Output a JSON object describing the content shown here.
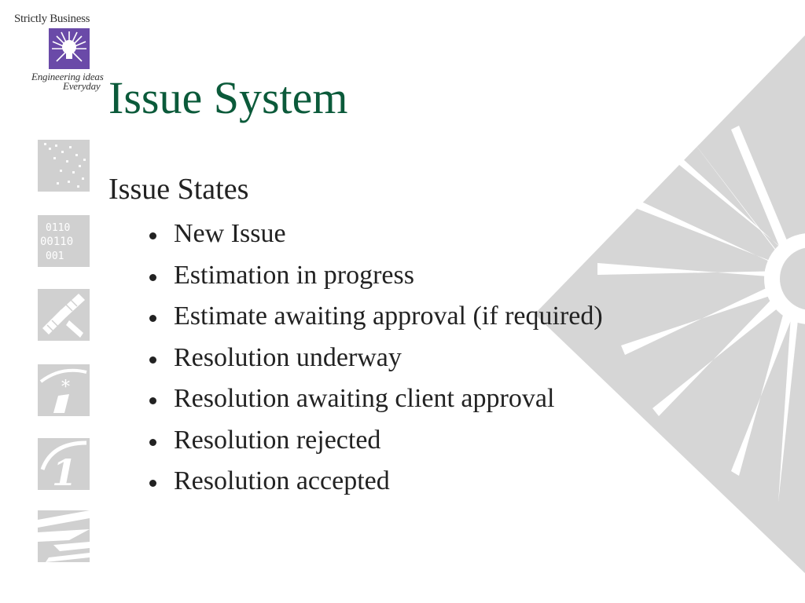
{
  "logo": {
    "top_text": "Strictly Business",
    "line1": "Engineering ideas",
    "line2": "Everyday",
    "color": "#6a4aa8"
  },
  "sidebar_icons": [
    {
      "name": "mosaic-pattern-icon"
    },
    {
      "name": "binary-digits-icon",
      "text": "0110 00110 001"
    },
    {
      "name": "satellite-dish-icon"
    },
    {
      "name": "info-asterisk-icon"
    },
    {
      "name": "number-one-icon"
    },
    {
      "name": "lightning-stripes-icon"
    }
  ],
  "slide": {
    "title": "Issue System",
    "subtitle": "Issue States",
    "bullets": [
      "New Issue",
      "Estimation in progress",
      "Estimate awaiting approval (if required)",
      "Resolution underway",
      "Resolution awaiting client approval",
      "Resolution rejected",
      "Resolution accepted"
    ]
  },
  "colors": {
    "title": "#0b5a3a",
    "text": "#222222",
    "watermark": "#d6d6d6"
  }
}
